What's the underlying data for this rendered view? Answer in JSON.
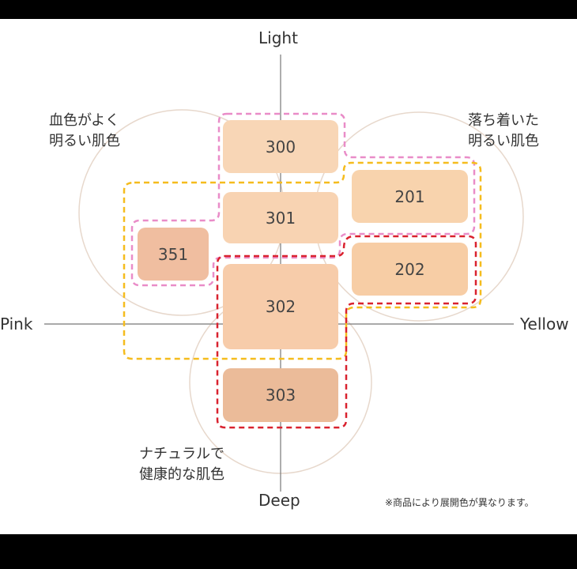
{
  "axes": {
    "top": "Light",
    "bottom": "Deep",
    "left": "Pink",
    "right": "Yellow"
  },
  "regions": {
    "pink_bright": "血色がよく\n明るい肌色",
    "yellow_calm": "落ち着いた\n明るい肌色",
    "natural": "ナチュラルで\n健康的な肌色"
  },
  "shades": [
    {
      "code": "300",
      "color": "#f8d6b6"
    },
    {
      "code": "301",
      "color": "#f8d3b2"
    },
    {
      "code": "302",
      "color": "#f7ccaa"
    },
    {
      "code": "303",
      "color": "#ebbb99"
    },
    {
      "code": "351",
      "color": "#f0bea0"
    },
    {
      "code": "201",
      "color": "#f8d3ad"
    },
    {
      "code": "202",
      "color": "#f7cda5"
    }
  ],
  "note": "※商品により展開色が異なります。",
  "colors": {
    "pink_dash": "#e98cc8",
    "yellow_dash": "#f5bc1d",
    "red_dash": "#d9222f",
    "circle": "#e7d8cc",
    "axis": "#777777"
  }
}
